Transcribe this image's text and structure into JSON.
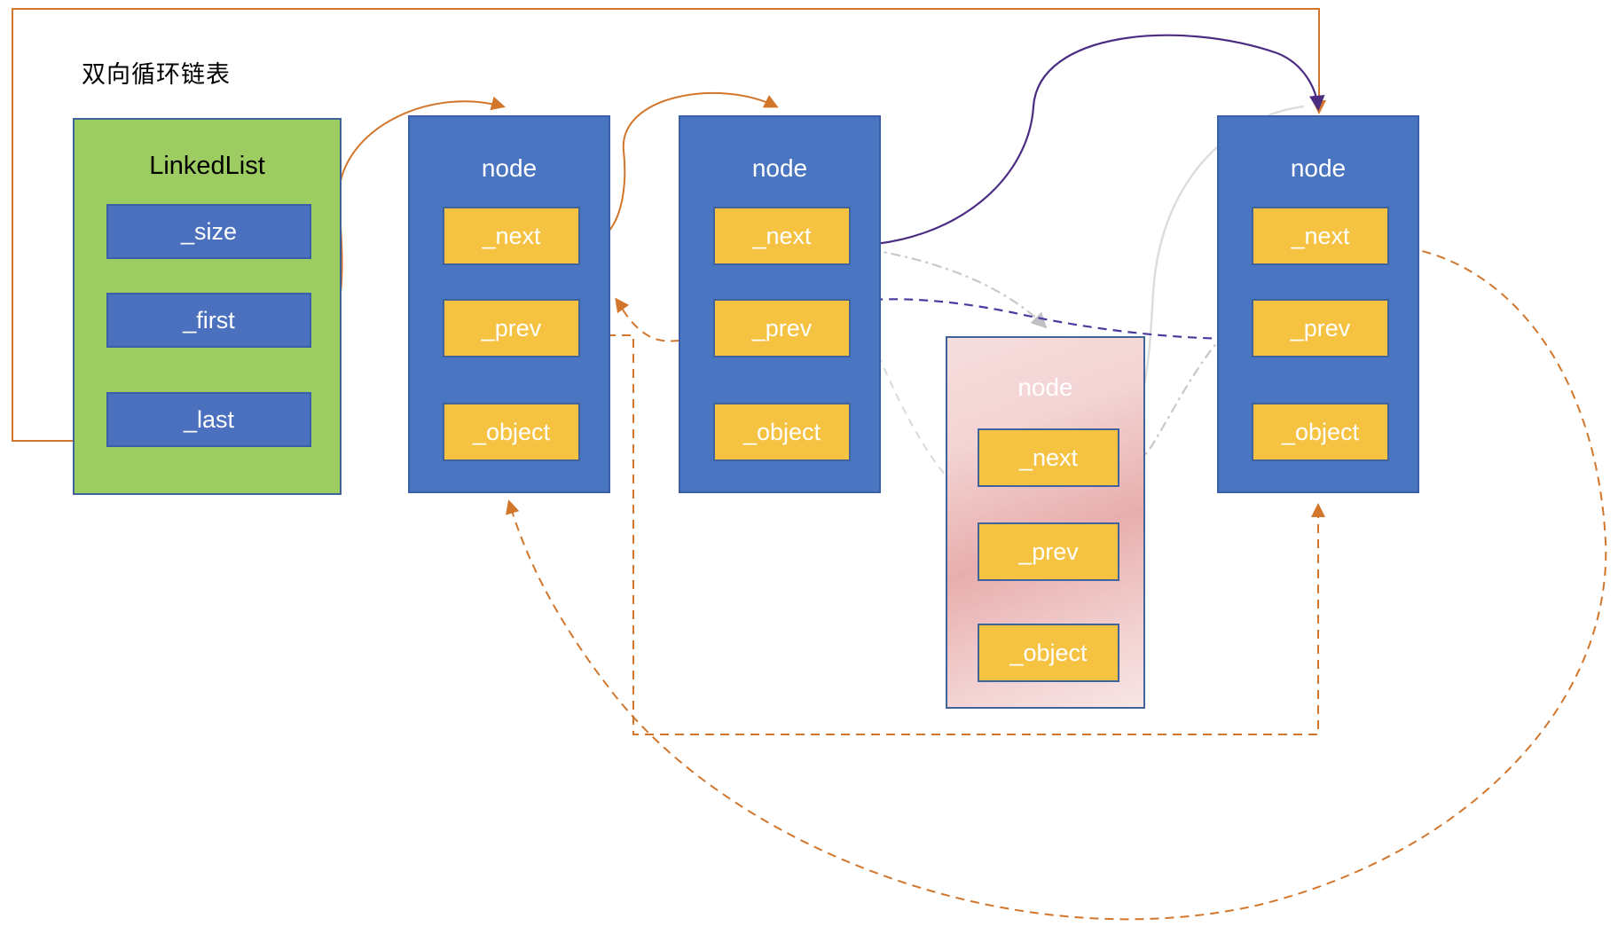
{
  "diagram": {
    "title": "双向循环链表",
    "background": "#ffffff"
  },
  "linked_list": {
    "label": "LinkedList",
    "fill": "#9CCC62",
    "stroke": "#41639B",
    "fields": [
      {
        "label": "_size"
      },
      {
        "label": "_first"
      },
      {
        "label": "_last"
      }
    ]
  },
  "nodes": [
    {
      "id": "node1",
      "label": "node",
      "fill": "#4A75C0",
      "field_fill": "#F5C242",
      "fields": [
        {
          "label": "_next"
        },
        {
          "label": "_prev"
        },
        {
          "label": "_object"
        }
      ]
    },
    {
      "id": "node2",
      "label": "node",
      "fill": "#4A75C0",
      "field_fill": "#F5C242",
      "fields": [
        {
          "label": "_next"
        },
        {
          "label": "_prev"
        },
        {
          "label": "_object"
        }
      ]
    },
    {
      "id": "nodeNew",
      "label": "node",
      "fill": "#EDBFBF",
      "field_fill": "#F5C242",
      "highlight": true,
      "fields": [
        {
          "label": "_next"
        },
        {
          "label": "_prev"
        },
        {
          "label": "_object"
        }
      ]
    },
    {
      "id": "node4",
      "label": "node",
      "fill": "#4A75C0",
      "field_fill": "#F5C242",
      "fields": [
        {
          "label": "_next"
        },
        {
          "label": "_prev"
        },
        {
          "label": "_object"
        }
      ]
    }
  ],
  "edge_colors": {
    "orange": "#D2762C",
    "purple": "#4B2C83",
    "purple_dashed": "#4A3A9E",
    "gray": "#D9D9D9",
    "gray_dashdot": "#C8C8CC"
  },
  "edges": [
    {
      "name": "first-to-node1",
      "style": "solid",
      "color": "#D2762C",
      "from": "linked_list._first",
      "to": "node1.top"
    },
    {
      "name": "last-to-node4",
      "style": "solid",
      "color": "#D2762C",
      "from": "linked_list._last",
      "to": "node4.top"
    },
    {
      "name": "node1-next-to-node2",
      "style": "solid",
      "color": "#D2762C",
      "from": "node1._next",
      "to": "node2.top"
    },
    {
      "name": "node2-next-to-node4",
      "style": "solid",
      "color": "#4B2C83",
      "from": "node2._next",
      "to": "node4.top"
    },
    {
      "name": "node2-next-to-newnode",
      "style": "dash-dot",
      "color": "#C8C8CC",
      "from": "node2._next",
      "to": "nodeNew.top"
    },
    {
      "name": "newnode-next-to-node4",
      "style": "solid",
      "color": "#D9D9D9",
      "from": "nodeNew._next",
      "to": "node4.top"
    },
    {
      "name": "node4-prev-to-newnode",
      "style": "dash-dot",
      "color": "#C8C8CC",
      "from": "node4._prev",
      "to": "nodeNew.right"
    },
    {
      "name": "newnode-prev-to-node2",
      "style": "dashed",
      "color": "#D9D9D9",
      "from": "nodeNew._prev",
      "to": "node2._prev"
    },
    {
      "name": "node4-prev-to-node2",
      "style": "dashed",
      "color": "#4A3A9E",
      "from": "node4._prev",
      "to": "node2._prev"
    },
    {
      "name": "node2-prev-to-node1",
      "style": "dashed",
      "color": "#D2762C",
      "from": "node2._prev",
      "to": "node1._prev"
    },
    {
      "name": "node1-prev-to-node4-bottom",
      "style": "dashed",
      "color": "#D2762C",
      "from": "node1._prev",
      "to": "node4.bottom"
    },
    {
      "name": "node4-next-to-node1-bottom",
      "style": "dashed",
      "color": "#D2762C",
      "from": "node4._next",
      "to": "node1.bottom"
    }
  ]
}
